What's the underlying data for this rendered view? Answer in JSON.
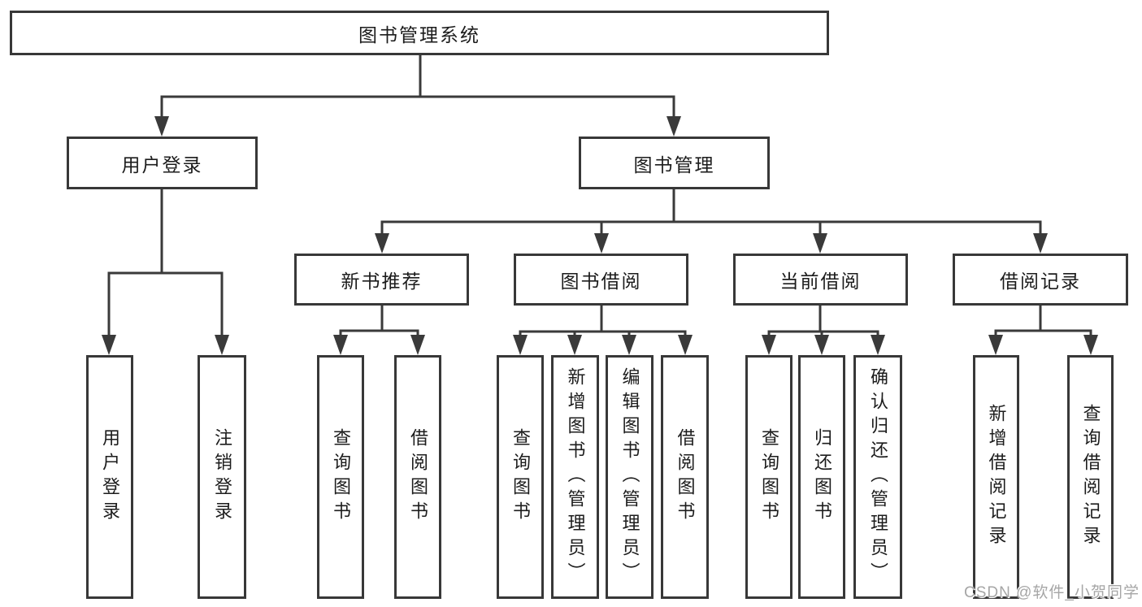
{
  "diagram": {
    "root": {
      "label": "图书管理系统"
    },
    "level2": [
      {
        "label": "用户登录"
      },
      {
        "label": "图书管理"
      }
    ],
    "level3": [
      {
        "label": "新书推荐"
      },
      {
        "label": "图书借阅"
      },
      {
        "label": "当前借阅"
      },
      {
        "label": "借阅记录"
      }
    ],
    "leaves": {
      "user_login": [
        "用户登录",
        "注销登录"
      ],
      "new_book": [
        "查询图书",
        "借阅图书"
      ],
      "book_borrow": [
        "查询图书",
        "新增图书（管理员）",
        "编辑图书（管理员）",
        "借阅图书"
      ],
      "current_borrow": [
        "查询图书",
        "归还图书",
        "确认归还（管理员）"
      ],
      "borrow_record": [
        "新增借阅记录",
        "查询借阅记录"
      ]
    },
    "watermark": "CSDN @软件_小贺同学",
    "colors": {
      "line": "#3a3a3a",
      "box_border": "#383838",
      "text": "#1c1c1c",
      "background": "#ffffff",
      "watermark": "#a6a6a6"
    }
  }
}
